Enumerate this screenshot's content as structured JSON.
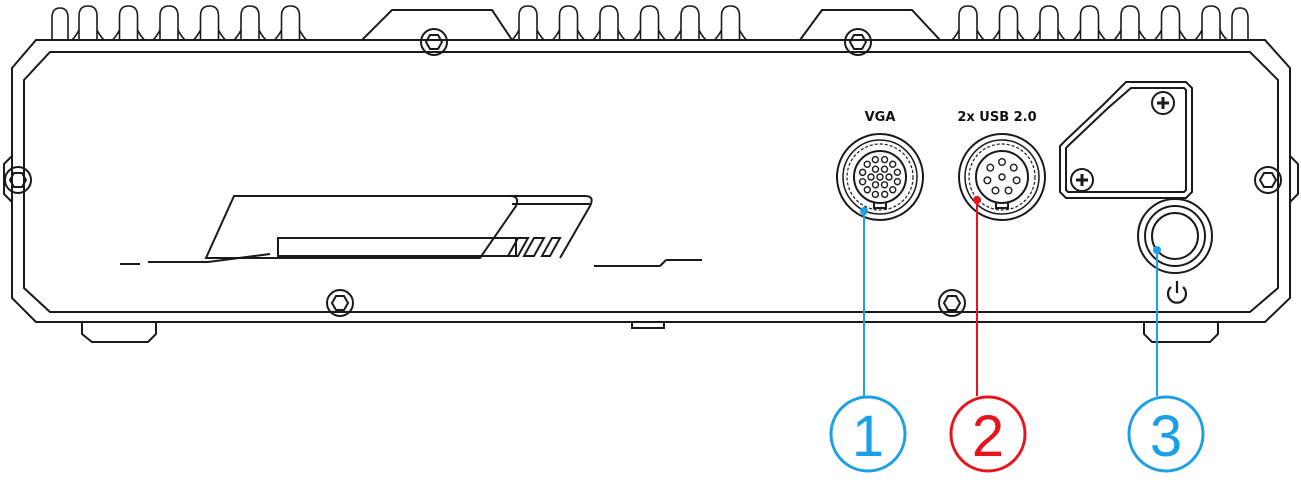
{
  "ports": [
    {
      "label": "VGA",
      "number": "1",
      "color": "#1aa0e6"
    },
    {
      "label": "2x USB 2.0",
      "number": "2",
      "color": "#e8141c"
    },
    {
      "label": "",
      "number": "3",
      "color": "#1aa0e6"
    }
  ],
  "power_icon": "power-icon",
  "colors": {
    "outline": "#1a1a1a",
    "callout_blue": "#1aa0e6",
    "callout_red": "#e8141c"
  }
}
